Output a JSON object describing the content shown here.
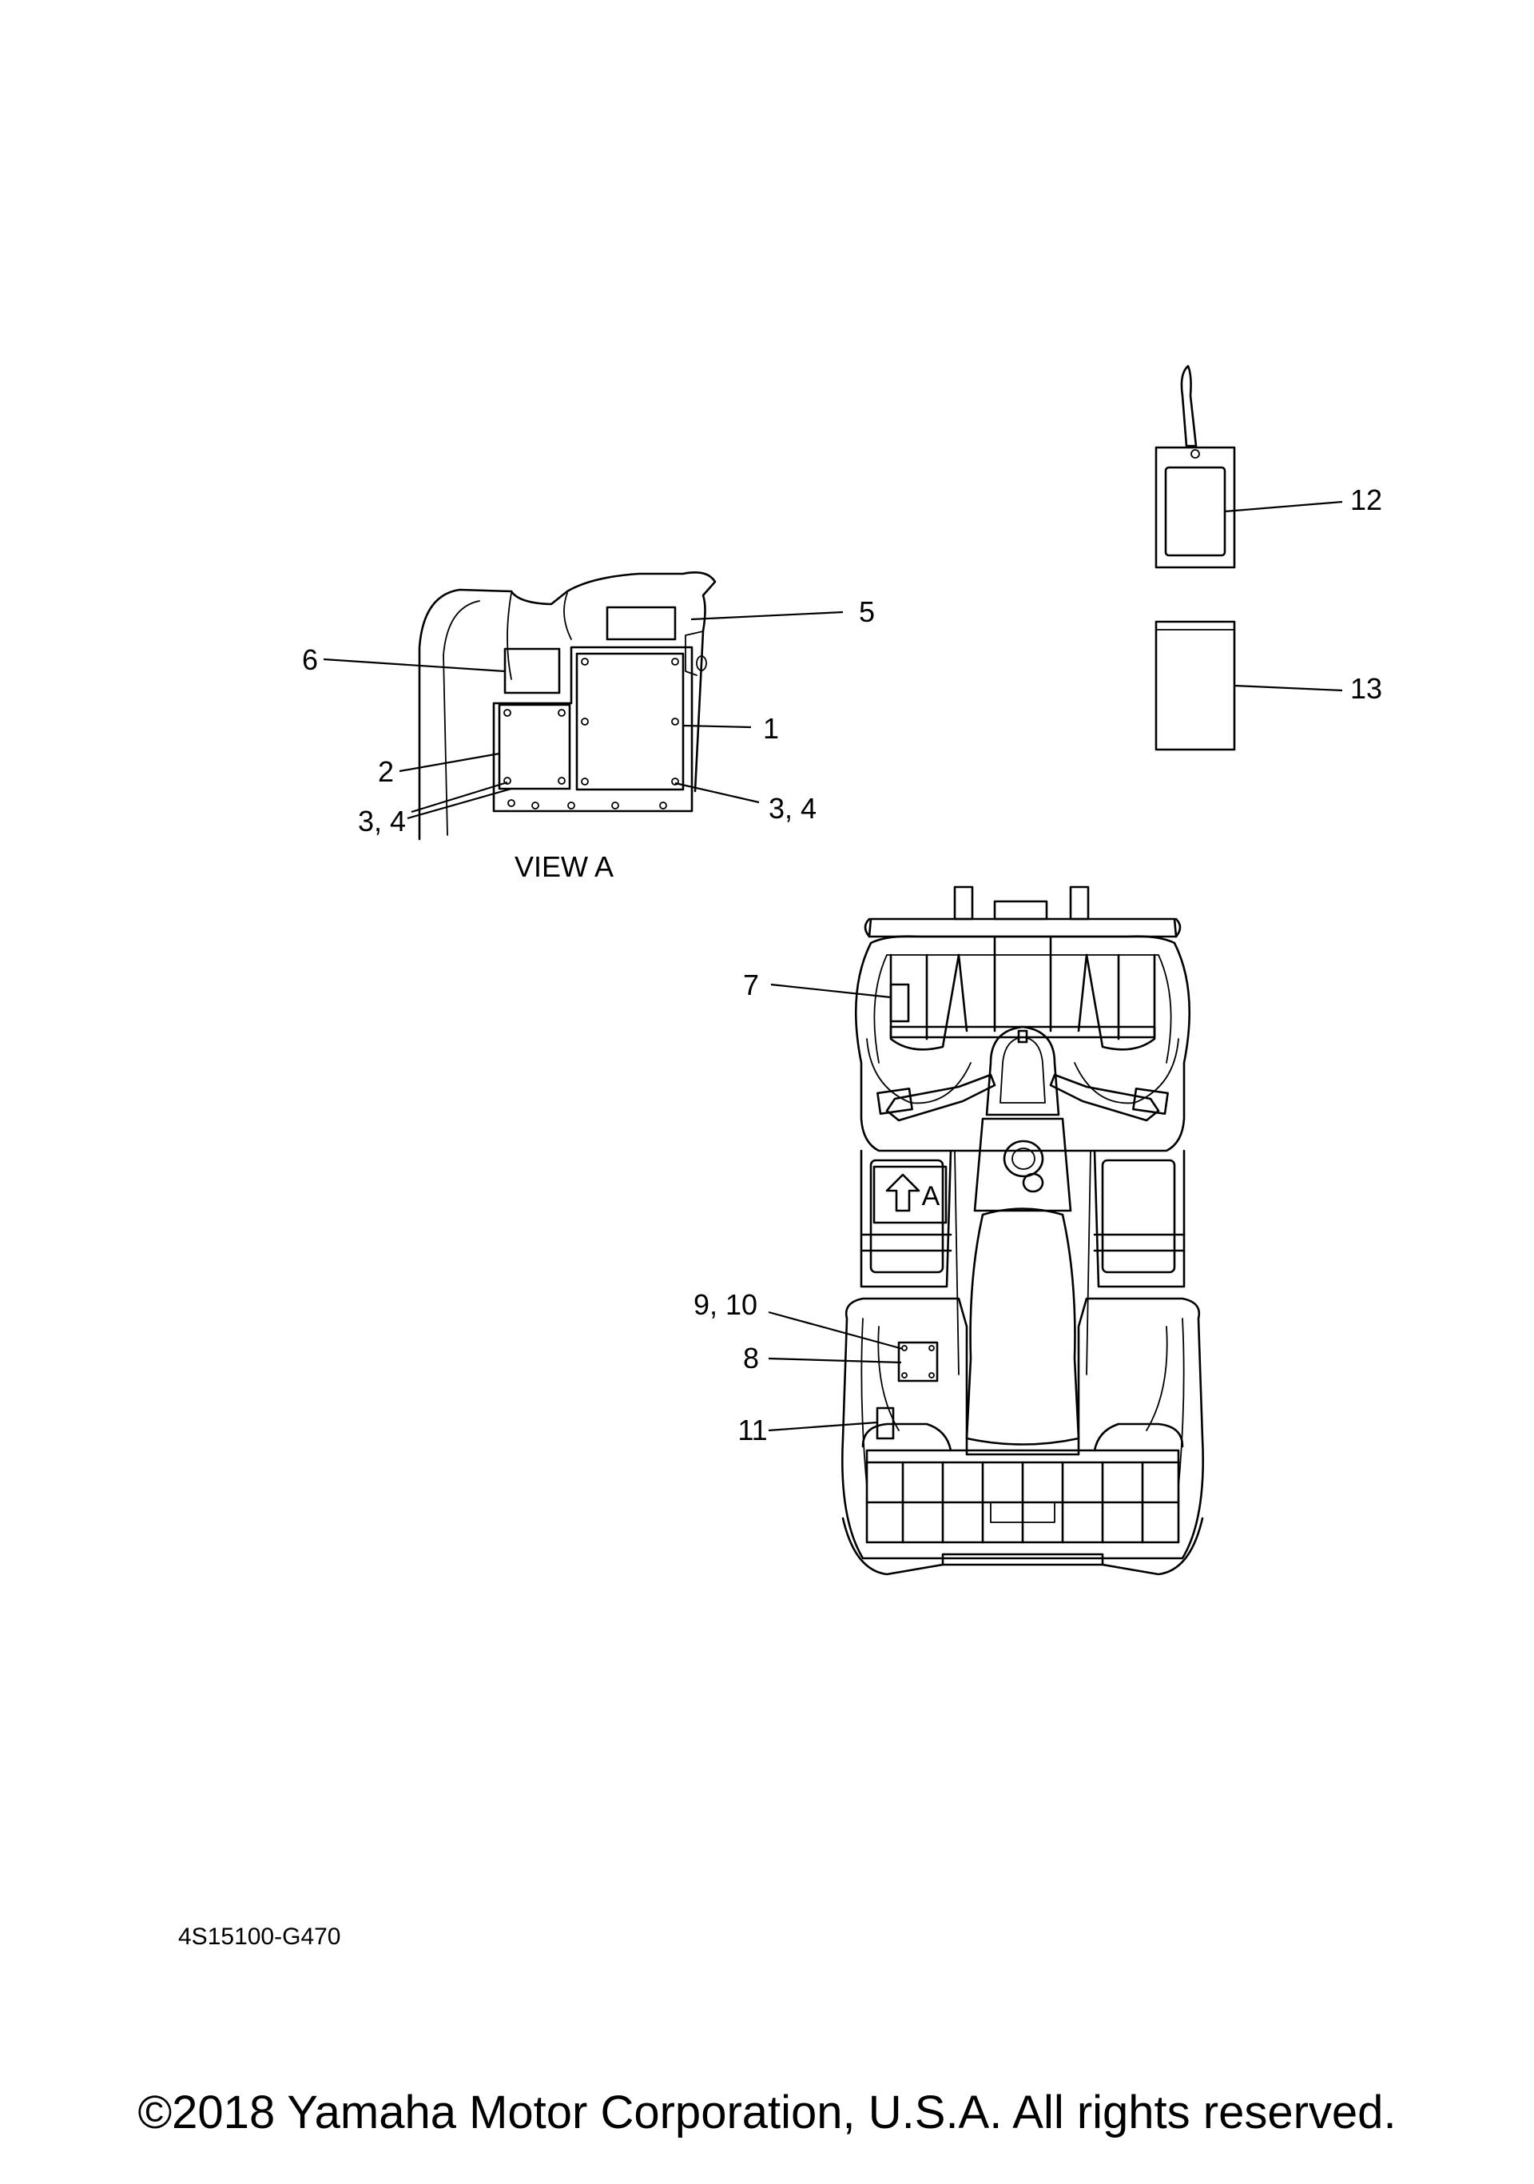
{
  "callouts": {
    "c1": "1",
    "c2": "2",
    "c3_4_left": "3, 4",
    "c3_4_right": "3, 4",
    "c5": "5",
    "c6": "6",
    "c7": "7",
    "c8": "8",
    "c9_10": "9, 10",
    "c11": "11",
    "c12": "12",
    "c13": "13"
  },
  "view_label": "VIEW A",
  "view_marker": "A",
  "diagram_code": "4S15100-G470",
  "copyright": "©2018 Yamaha Motor Corporation, U.S.A. All rights reserved."
}
